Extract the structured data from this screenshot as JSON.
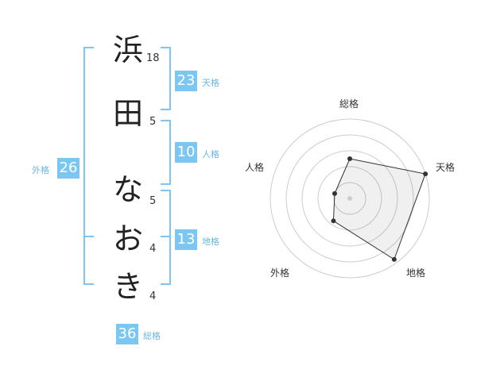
{
  "name_chars": [
    {
      "char": "浜",
      "strokes": "18"
    },
    {
      "char": "田",
      "strokes": "5"
    },
    {
      "char": "な",
      "strokes": "5"
    },
    {
      "char": "お",
      "strokes": "4"
    },
    {
      "char": "き",
      "strokes": "4"
    }
  ],
  "fortunes": {
    "tenkaku": {
      "value": "23",
      "label": "天格"
    },
    "jinkaku": {
      "value": "10",
      "label": "人格"
    },
    "chikaku": {
      "value": "13",
      "label": "地格"
    },
    "gaikaku": {
      "value": "26",
      "label": "外格"
    },
    "soukaku": {
      "value": "36",
      "label": "総格"
    }
  },
  "radar": {
    "axes": [
      "総格",
      "天格",
      "地格",
      "外格",
      "人格"
    ],
    "levels": [
      0.5,
      1.0,
      0.95,
      0.35,
      0.2
    ]
  },
  "colors": {
    "accent": "#7cc7f2",
    "label_blue": "#6ab6e4",
    "bracket": "#7cc7f2"
  }
}
